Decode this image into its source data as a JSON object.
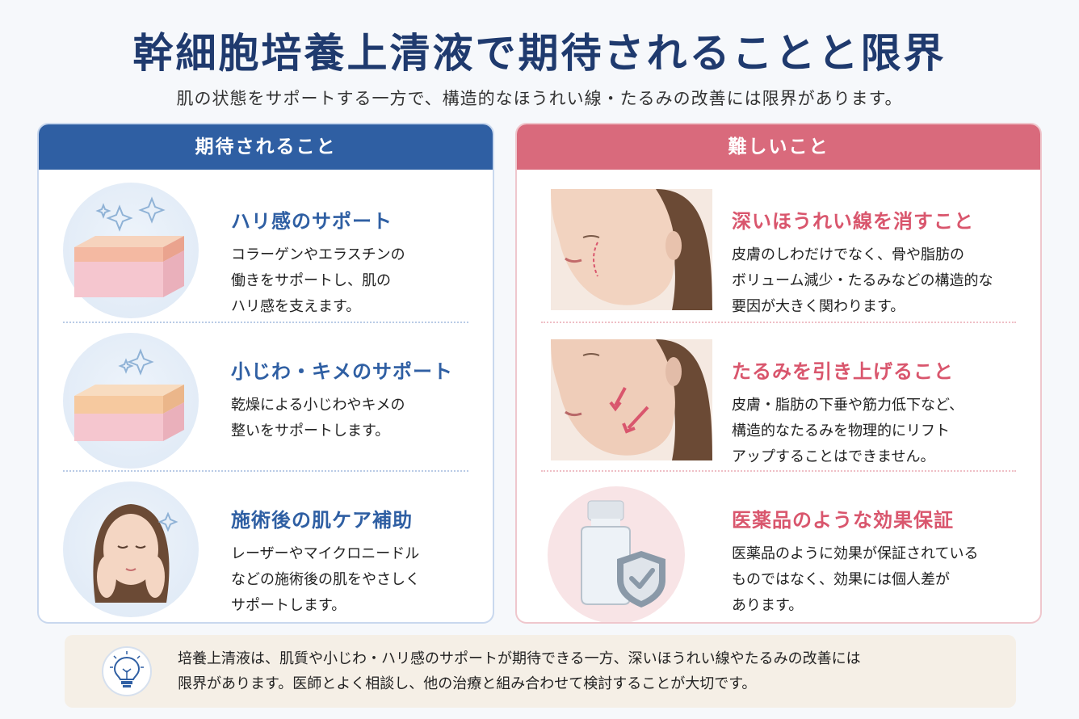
{
  "header": {
    "title": "幹細胞培養上清液で期待されることと限界",
    "subtitle": "肌の状態をサポートする一方で、構造的なほうれい線・たるみの改善には限界があります。"
  },
  "expected": {
    "heading": "期待されること",
    "accent": "#2f5fa3",
    "items": [
      {
        "title": "ハリ感のサポート",
        "body": "コラーゲンやエラスチンの\n働きをサポートし、肌の\nハリ感を支えます。",
        "icon": "skin-layers-icon"
      },
      {
        "title": "小じわ・キメのサポート",
        "body": "乾燥による小じわやキメの\n整いをサポートします。",
        "icon": "skin-texture-icon"
      },
      {
        "title": "施術後の肌ケア補助",
        "body": "レーザーやマイクロニードル\nなどの施術後の肌をやさしく\nサポートします。",
        "icon": "woman-face-icon"
      }
    ]
  },
  "limits": {
    "heading": "難しいこと",
    "accent": "#d96a7c",
    "items": [
      {
        "title": "深いほうれい線を消すこと",
        "body": "皮膚のしわだけでなく、骨や脂肪の\nボリューム減少・たるみなどの構造的な\n要因が大きく関わります。",
        "icon": "nasolabial-fold-face-icon"
      },
      {
        "title": "たるみを引き上げること",
        "body": "皮膚・脂肪の下垂や筋力低下など、\n構造的なたるみを物理的にリフト\nアップすることはできません。",
        "icon": "sagging-face-icon"
      },
      {
        "title": "医薬品のような効果保証",
        "body": "医薬品のように効果が保証されている\nものではなく、効果には個人差が\nあります。",
        "icon": "bottle-shield-icon"
      }
    ]
  },
  "note": {
    "text": "培養上清液は、肌質や小じわ・ハリ感のサポートが期待できる一方、深いほうれい線やたるみの改善には\n限界があります。医師とよく相談し、他の治療と組み合わせて検討することが大切です。",
    "icon": "lightbulb-icon"
  }
}
